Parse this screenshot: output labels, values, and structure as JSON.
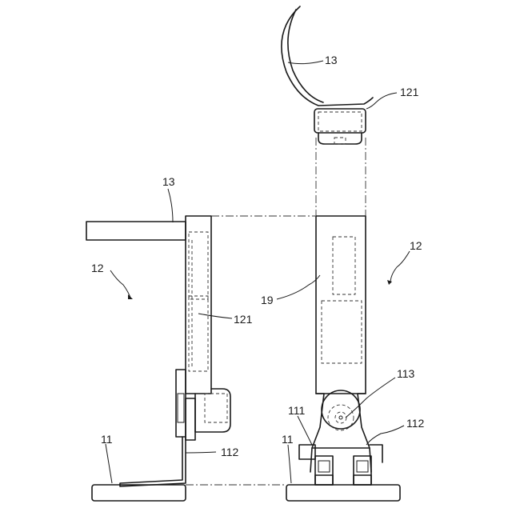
{
  "labels": {
    "left_13": "13",
    "left_12": "12",
    "left_121": "121",
    "left_11": "11",
    "left_112": "112",
    "right_13": "13",
    "right_121": "121",
    "right_12": "12",
    "right_19": "19",
    "right_113": "113",
    "right_111": "111",
    "right_11": "11",
    "right_112": "112"
  }
}
